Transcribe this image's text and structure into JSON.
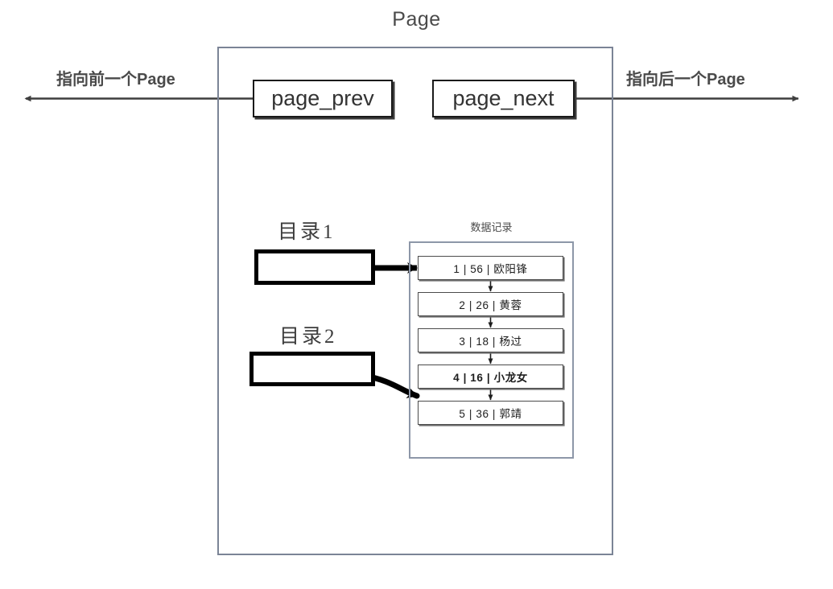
{
  "diagram": {
    "title": "Page",
    "pointers": {
      "prev_label": "指向前一个Page",
      "next_label": "指向后一个Page",
      "prev_box": "page_prev",
      "next_box": "page_next"
    },
    "directories": [
      {
        "label": "目录1",
        "value": ""
      },
      {
        "label": "目录2",
        "value": ""
      }
    ],
    "records": {
      "title": "数据记录",
      "rows": [
        {
          "id": "1",
          "key": "56",
          "name": "欧阳锋",
          "text": "1  |  56  |  欧阳锋"
        },
        {
          "id": "2",
          "key": "26",
          "name": "黄蓉",
          "text": "2  |  26  |  黄蓉"
        },
        {
          "id": "3",
          "key": "18",
          "name": "杨过",
          "text": "3  |  18  |  杨过"
        },
        {
          "id": "4",
          "key": "16",
          "name": "小龙女",
          "text": "4  |  16  |  小龙女"
        },
        {
          "id": "5",
          "key": "36",
          "name": "郭靖",
          "text": "5  |  36  |  郭靖"
        }
      ]
    },
    "colors": {
      "page_border": "#7b8496",
      "record_border": "#4b4b4b",
      "box_border": "#000000",
      "text": "#333333",
      "arrow": "#3f3f3f"
    }
  }
}
